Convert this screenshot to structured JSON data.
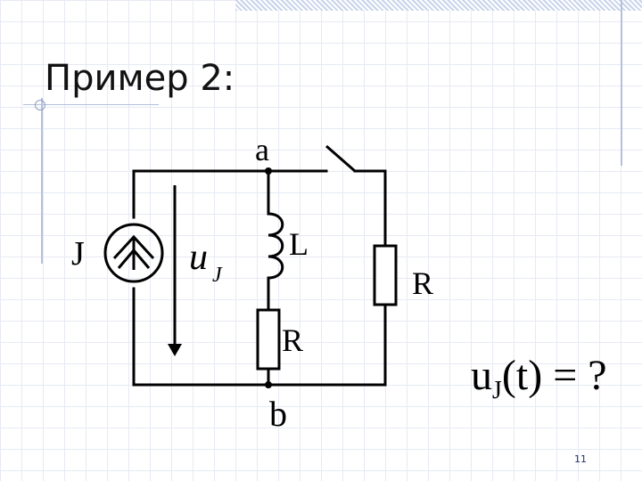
{
  "slide": {
    "title": "Пример 2:",
    "page_number": "11"
  },
  "circuit": {
    "nodes": {
      "top": "a",
      "bottom": "b"
    },
    "source_label": "J",
    "voltage_symbol": "u",
    "voltage_subscript": "J",
    "inductor_label": "L",
    "resistor_series_label": "R",
    "resistor_switched_label": "R",
    "switch_state": "open"
  },
  "question": {
    "base": "u",
    "subscript": "J",
    "expression": "(t) = ?"
  },
  "colors": {
    "grid": "#e6eaf3",
    "decoration": "#b4c0dc",
    "wire": "#000000",
    "page_number": "#1f2f6e"
  }
}
